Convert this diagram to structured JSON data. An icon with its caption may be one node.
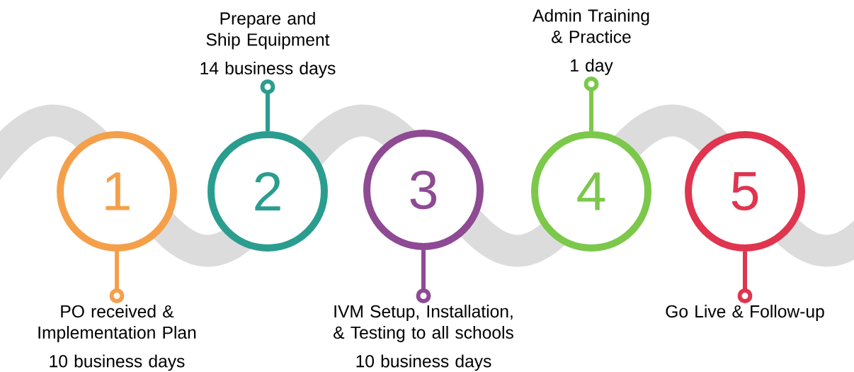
{
  "diagram": {
    "nodes": [
      {
        "text": [
          "1"
        ]
      },
      {
        "text": [
          "2"
        ]
      },
      {
        "text": [
          "3"
        ]
      },
      {
        "text": [
          "4"
        ]
      },
      {
        "text": [
          "5"
        ]
      },
      {
        "text": [
          "PO received & Implementation Plan",
          "10 business days"
        ]
      },
      {
        "text": [
          "Prepare and Ship Equipment",
          "14 business days"
        ]
      },
      {
        "text": [
          "IVM Setup, Installation, & Testing to all schools",
          "10 business days"
        ]
      },
      {
        "text": [
          "Admin Training & Practice",
          "1 day"
        ]
      },
      {
        "text": [
          "Go Live & Follow-up"
        ]
      }
    ],
    "edges": [
      {
        "from": 0,
        "to": 5,
        "arrow": "other",
        "color": "#f4a04a"
      },
      {
        "from": 1,
        "to": 6,
        "arrow": "other",
        "color": "#2a9d8f"
      },
      {
        "from": 2,
        "to": 7,
        "arrow": "other",
        "color": "#8e4a93"
      },
      {
        "from": 3,
        "to": 8,
        "arrow": "other",
        "color": "#7cc84a"
      },
      {
        "from": 4,
        "to": 9,
        "arrow": "other",
        "color": "#e0344f"
      }
    ]
  }
}
